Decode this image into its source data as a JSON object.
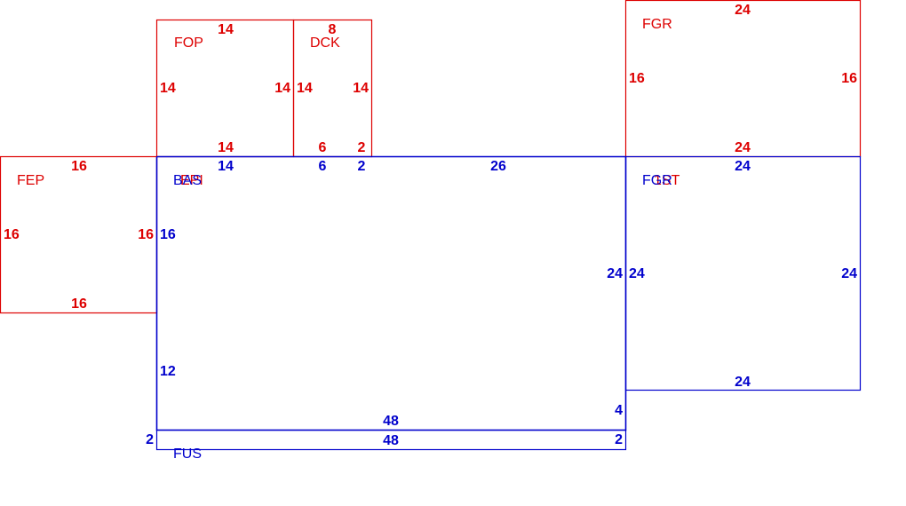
{
  "colors": {
    "red": "#dd0000",
    "blue": "#0000cc"
  },
  "areas": {
    "fop": {
      "name": "FOP",
      "top": "14",
      "bottom": "14",
      "left": "14",
      "right": "14"
    },
    "dck": {
      "name": "DCK",
      "top": "8",
      "bottom_left": "6",
      "bottom_right": "2",
      "left": "14",
      "right": "14"
    },
    "fgr": {
      "name": "FGR",
      "top": "24",
      "bottom": "24",
      "left": "16",
      "right": "16"
    },
    "fep": {
      "name": "FEP",
      "top": "16",
      "bottom": "16",
      "left": "16",
      "right": "16"
    },
    "bas": {
      "name": "BAS",
      "overlap_name": "EPI",
      "top_a": "14",
      "top_b": "6",
      "top_c": "2",
      "top_d": "26",
      "left_upper": "16",
      "left_lower": "12",
      "right": "24",
      "right_step": "4",
      "bottom": "48"
    },
    "fgr_lower": {
      "name": "FGR",
      "overlap_name": "1ST",
      "top": "24",
      "bottom": "24",
      "left": "24",
      "right": "24"
    },
    "fus": {
      "name": "FUS",
      "top": "48",
      "left": "2",
      "right": "2"
    }
  }
}
